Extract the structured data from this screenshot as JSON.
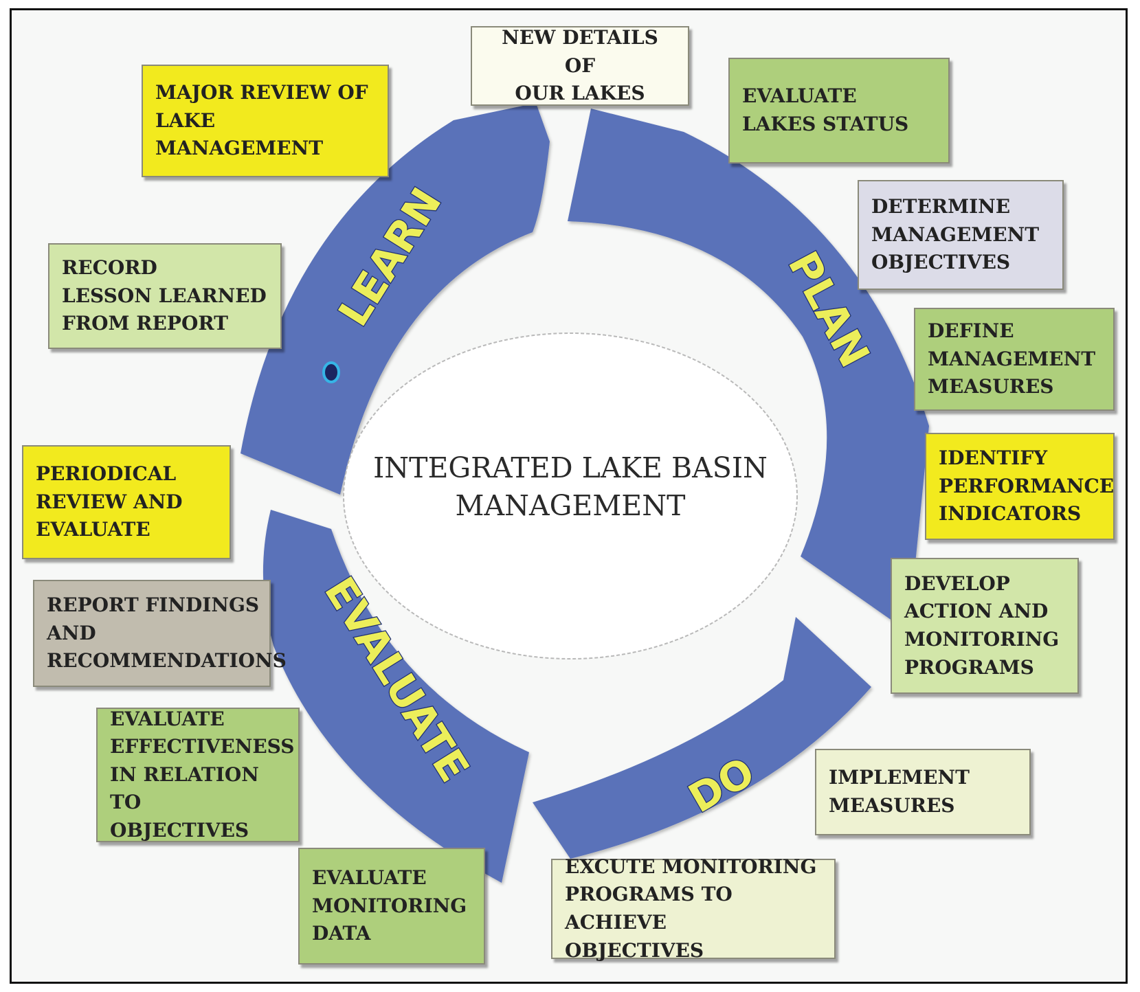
{
  "center_title": "INTEGRATED LAKE BASIN\nMANAGEMENT",
  "phases": {
    "learn": "LEARN",
    "plan": "PLAN",
    "do": "DO",
    "evaluate": "EVALUATE"
  },
  "boxes": {
    "new_details": "NEW DETAILS OF\nOUR LAKES",
    "evaluate_status": "EVALUATE\nLAKES STATUS",
    "determine_objectives": "DETERMINE\nMANAGEMENT\nOBJECTIVES",
    "define_measures": "DEFINE\nMANAGEMENT\nMEASURES",
    "identify_indicators": "IDENTIFY\nPERFORMANCE\nINDICATORS",
    "develop_programs": "DEVELOP\nACTION AND\nMONITORING\nPROGRAMS",
    "implement_measures": "IMPLEMENT\nMEASURES",
    "execute_monitoring": "EXCUTE MONITORING\nPROGRAMS TO ACHIEVE\nOBJECTIVES",
    "evaluate_monitoring": "EVALUATE\nMONITORING\nDATA",
    "evaluate_effectiveness": "EVALUATE\nEFFECTIVENESS\nIN RELATION TO\nOBJECTIVES",
    "report_findings": "REPORT FINDINGS\nAND\nRECOMMENDATIONS",
    "periodical_review": "PERIODICAL\nREVIEW AND\nEVALUATE",
    "record_lesson": "RECORD\nLESSON LEARNED\nFROM REPORT",
    "major_review": "MAJOR REVIEW OF\nLAKE MANAGEMENT"
  },
  "colors": {
    "ring": "#5a72b9",
    "ring_label_fill": "#ecee5a",
    "ring_label_stroke": "#1f2f73",
    "yellow_box": "#f2ea1e",
    "green_box": "#aecf7c"
  }
}
